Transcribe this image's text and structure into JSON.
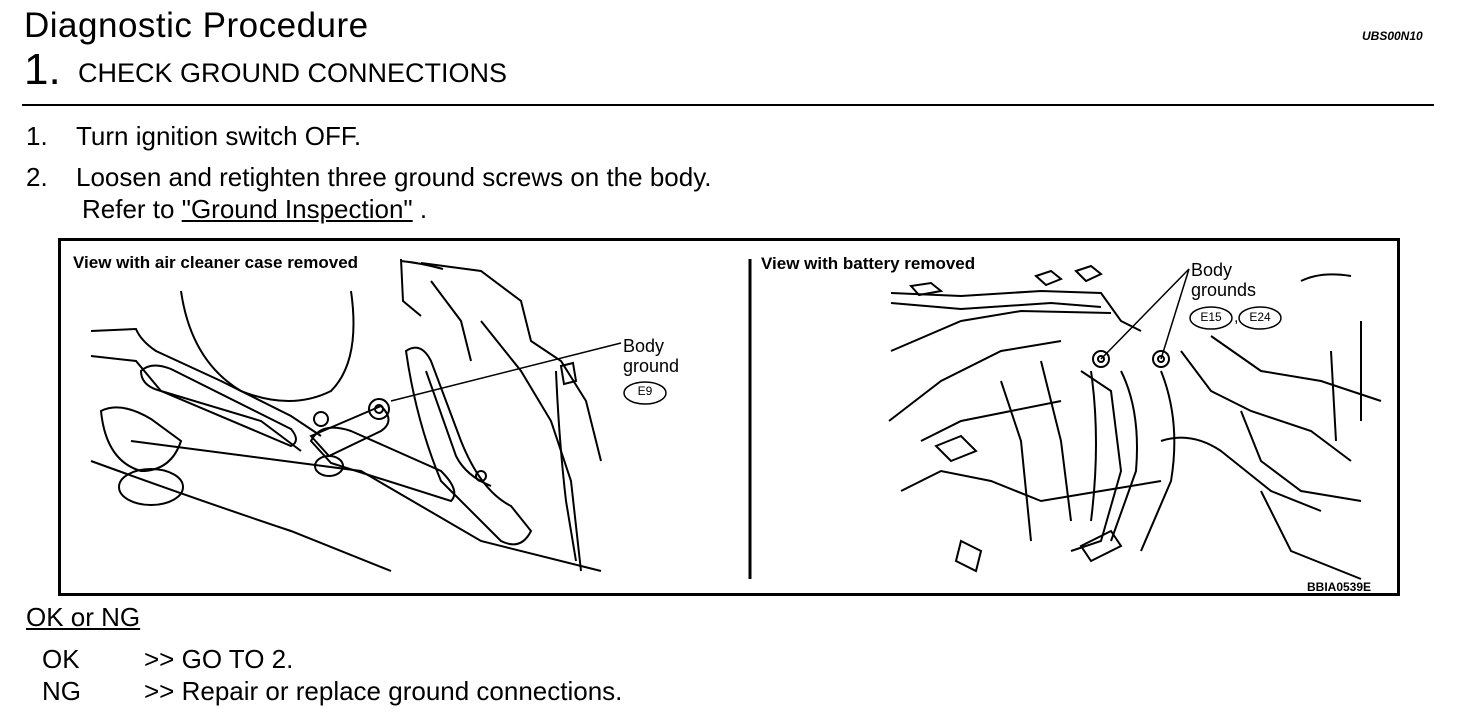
{
  "header": {
    "title": "Diagnostic Procedure",
    "doc_id": "UBS00N10"
  },
  "step": {
    "number": "1.",
    "title": "CHECK GROUND CONNECTIONS"
  },
  "instructions": [
    {
      "num": "1.",
      "text": "Turn ignition switch OFF."
    },
    {
      "num": "2.",
      "text": "Loosen and retighten three ground screws on the body.",
      "refer_prefix": "Refer to ",
      "link": "\"Ground Inspection\"",
      "refer_suffix": " ."
    }
  ],
  "figure": {
    "left_caption": "View with air cleaner case removed",
    "left_label_line1": "Body",
    "left_label_line2": "ground",
    "left_connector": "E9",
    "right_caption": "View with battery removed",
    "right_label_line1": "Body",
    "right_label_line2": "grounds",
    "right_connector_1": "E15",
    "right_separator": ",",
    "right_connector_2": "E24",
    "figure_id": "BBIA0539E"
  },
  "result": {
    "heading": "OK or NG",
    "items": [
      {
        "key": "OK",
        "action": ">> GO TO 2."
      },
      {
        "key": "NG",
        "action": ">> Repair or replace ground connections."
      }
    ]
  }
}
